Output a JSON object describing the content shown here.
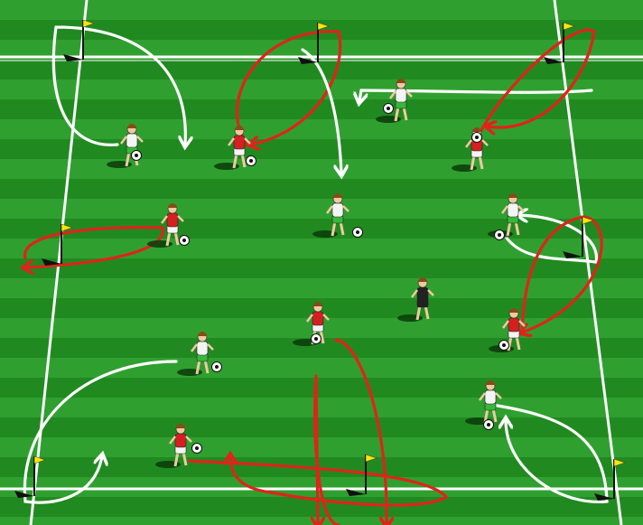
{
  "colors": {
    "grass_light": "#2fa02f",
    "grass_dark": "#208a20",
    "line": "#ffffff",
    "team_red": "#d42020",
    "team_white": "#f4f4f4",
    "shorts_green": "#38b838",
    "shorts_white": "#f4f4f4",
    "referee": "#222222",
    "flag": "#ffe600",
    "arrow_red": "#e0231b",
    "arrow_white": "#ffffff"
  },
  "diagram": {
    "flags_count": 8,
    "players": [
      {
        "team": "white",
        "has_ball": true
      },
      {
        "team": "red",
        "has_ball": true
      },
      {
        "team": "white",
        "has_ball": true
      },
      {
        "team": "red",
        "has_ball": true
      },
      {
        "team": "red",
        "has_ball": true
      },
      {
        "team": "white",
        "has_ball": true
      },
      {
        "team": "white",
        "has_ball": true
      },
      {
        "team": "referee",
        "has_ball": false
      },
      {
        "team": "red",
        "has_ball": true
      },
      {
        "team": "red",
        "has_ball": true
      },
      {
        "team": "white",
        "has_ball": true
      },
      {
        "team": "white",
        "has_ball": true
      },
      {
        "team": "red",
        "has_ball": true
      }
    ],
    "arrows": [
      {
        "color": "white"
      },
      {
        "color": "red"
      },
      {
        "color": "white"
      },
      {
        "color": "white"
      },
      {
        "color": "red"
      },
      {
        "color": "red"
      },
      {
        "color": "white"
      },
      {
        "color": "red"
      },
      {
        "color": "red"
      },
      {
        "color": "white"
      },
      {
        "color": "red"
      },
      {
        "color": "red"
      },
      {
        "color": "white"
      }
    ]
  }
}
